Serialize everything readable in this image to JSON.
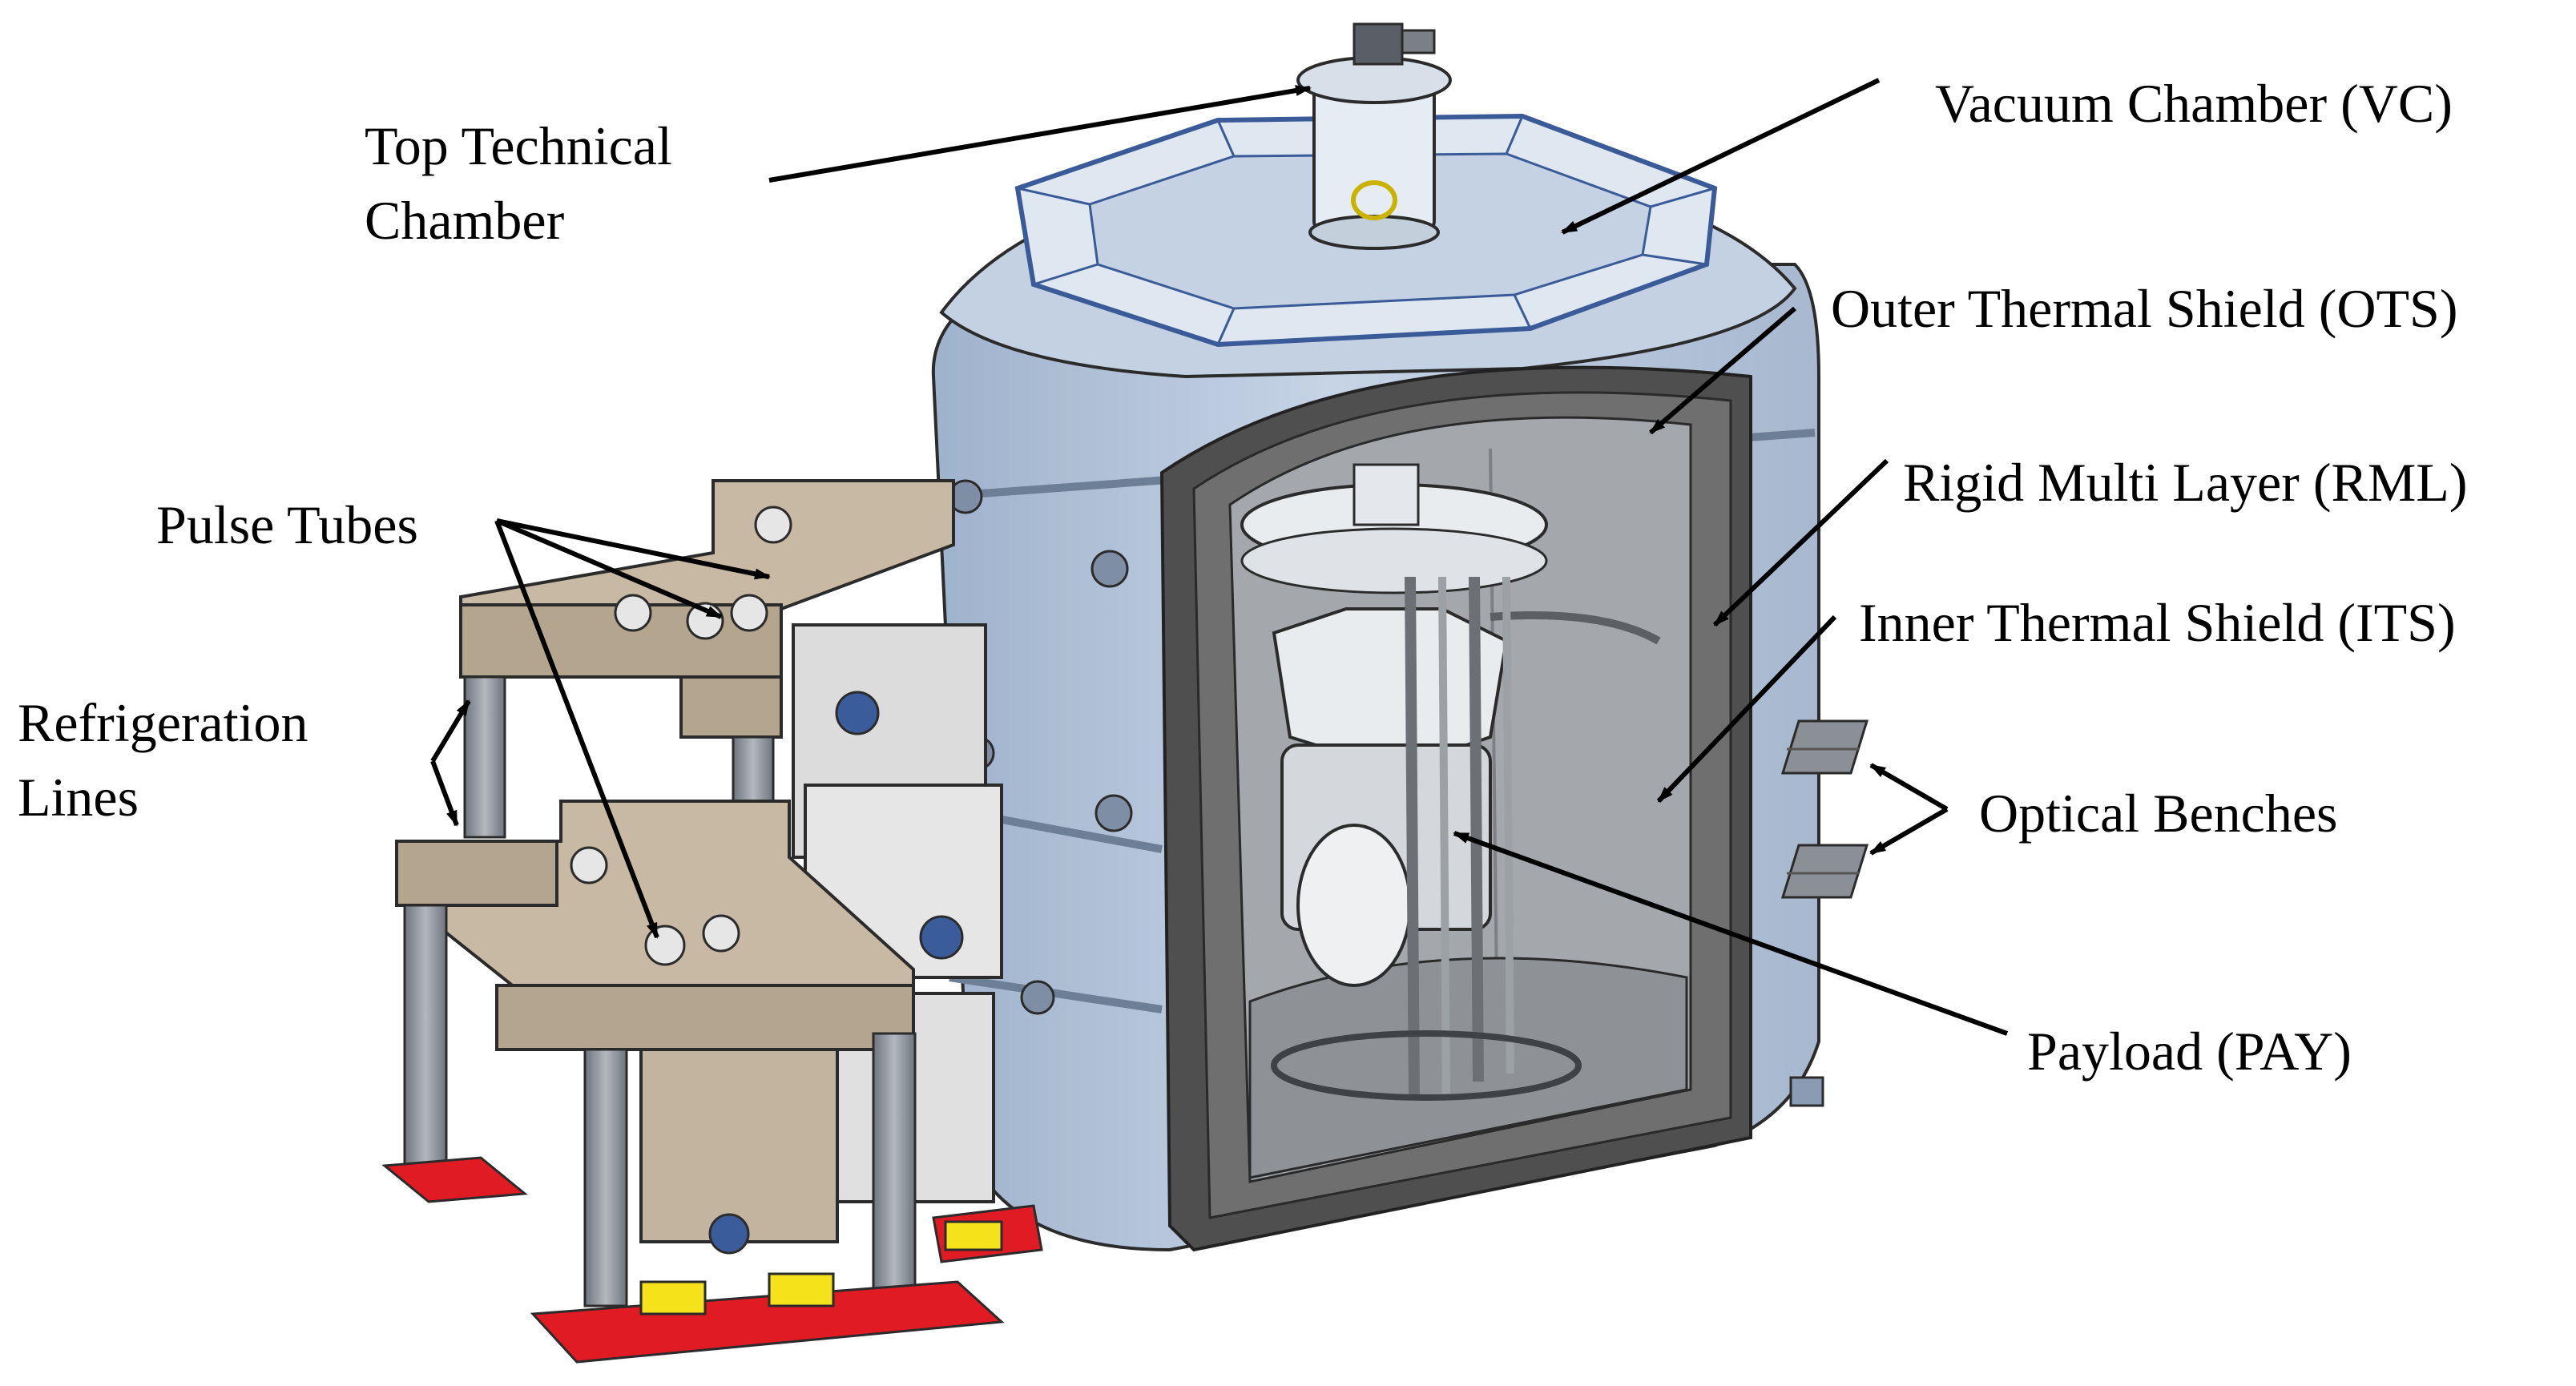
{
  "labels": {
    "top_technical_chamber": [
      "Top Technical",
      "Chamber"
    ],
    "vacuum_chamber": "Vacuum Chamber (VC)",
    "outer_thermal_shield": "Outer Thermal Shield (OTS)",
    "rigid_multi_layer": "Rigid Multi Layer (RML)",
    "inner_thermal_shield": "Inner Thermal Shield (ITS)",
    "pulse_tubes": "Pulse Tubes",
    "refrigeration_lines": [
      "Refrigeration",
      "Lines"
    ],
    "optical_benches": "Optical Benches",
    "payload": "Payload (PAY)"
  },
  "colors": {
    "vessel_body": "#b9c9de",
    "vessel_shade": "#93a7c2",
    "vessel_top": "#cfdbe9",
    "shield_dark": "#5c5c5c",
    "interior": "#a9adb3",
    "frame_tan": "#c7b9a3",
    "frame_tan_dark": "#a5957e",
    "pillar_grey": "#8a9098",
    "box_grey": "#d2d2d2",
    "base_red": "#e01b24",
    "foot_yellow": "#f5e21b",
    "outline": "#2b2b2b"
  }
}
